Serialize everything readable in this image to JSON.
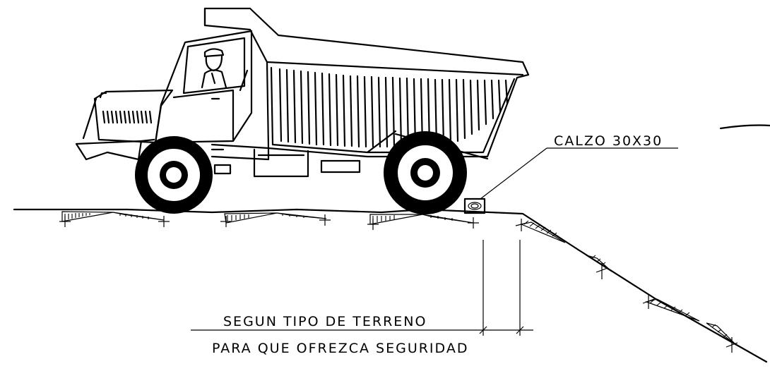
{
  "labels": {
    "wedge": "CALZO 30X30",
    "note_line1": "SEGUN TIPO DE TERRENO",
    "note_line2": "PARA QUE OFREZCA SEGURIDAD"
  }
}
